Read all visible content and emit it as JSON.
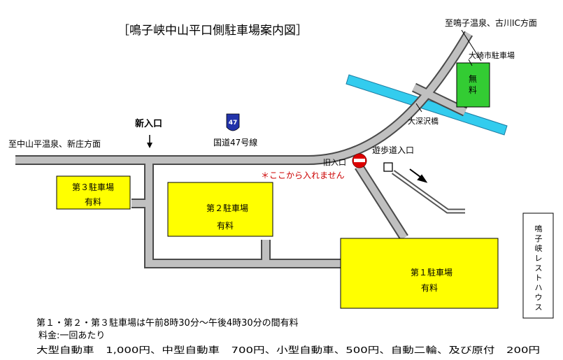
{
  "title": "［鳴子峡中山平口側駐車場案内図］",
  "labels": {
    "to_onsen_ne": "至鳴子温泉、古川IC方面",
    "osaki_parking": "大崎市駐車場",
    "free_line1": "無",
    "free_line2": "料",
    "bridge": "大深沢橋",
    "new_entrance": "新入口",
    "route_sign": "47",
    "route_name": "国道47号線",
    "to_nakayama": "至中山平温泉、新庄方面",
    "old_entrance": "旧入口",
    "trail_entrance": "遊歩道入口",
    "no_entry_note": "＊ここから入れません",
    "rest_house": [
      "鳴",
      "子",
      "峡",
      "レ",
      "ス",
      "ト",
      "ハ",
      "ウ",
      "ス"
    ]
  },
  "parking": {
    "p3": {
      "name": "第３駐車場",
      "fee": "有料"
    },
    "p2": {
      "name": "第２駐車場",
      "fee": "有料"
    },
    "p1": {
      "name": "第１駐車場",
      "fee": "有料"
    }
  },
  "notes": {
    "hours": "第１・第２・第３駐車場は午前8時30分～午後4時30分の間有料",
    "fee_label": "料金:一回あたり",
    "fees": "大型自動車　1,000円、中型自動車　700円、小型自動車、500円、自動二輪、及び原付　200円"
  },
  "colors": {
    "road": "#c0c0c0",
    "road_edge": "#4a4a4a",
    "parking_paid": "#ffff00",
    "parking_free": "#33cc33",
    "river": "#33ccee",
    "no_entry": "#dd0000",
    "warning_text": "#cc0000",
    "route_shield": "#2233aa"
  }
}
